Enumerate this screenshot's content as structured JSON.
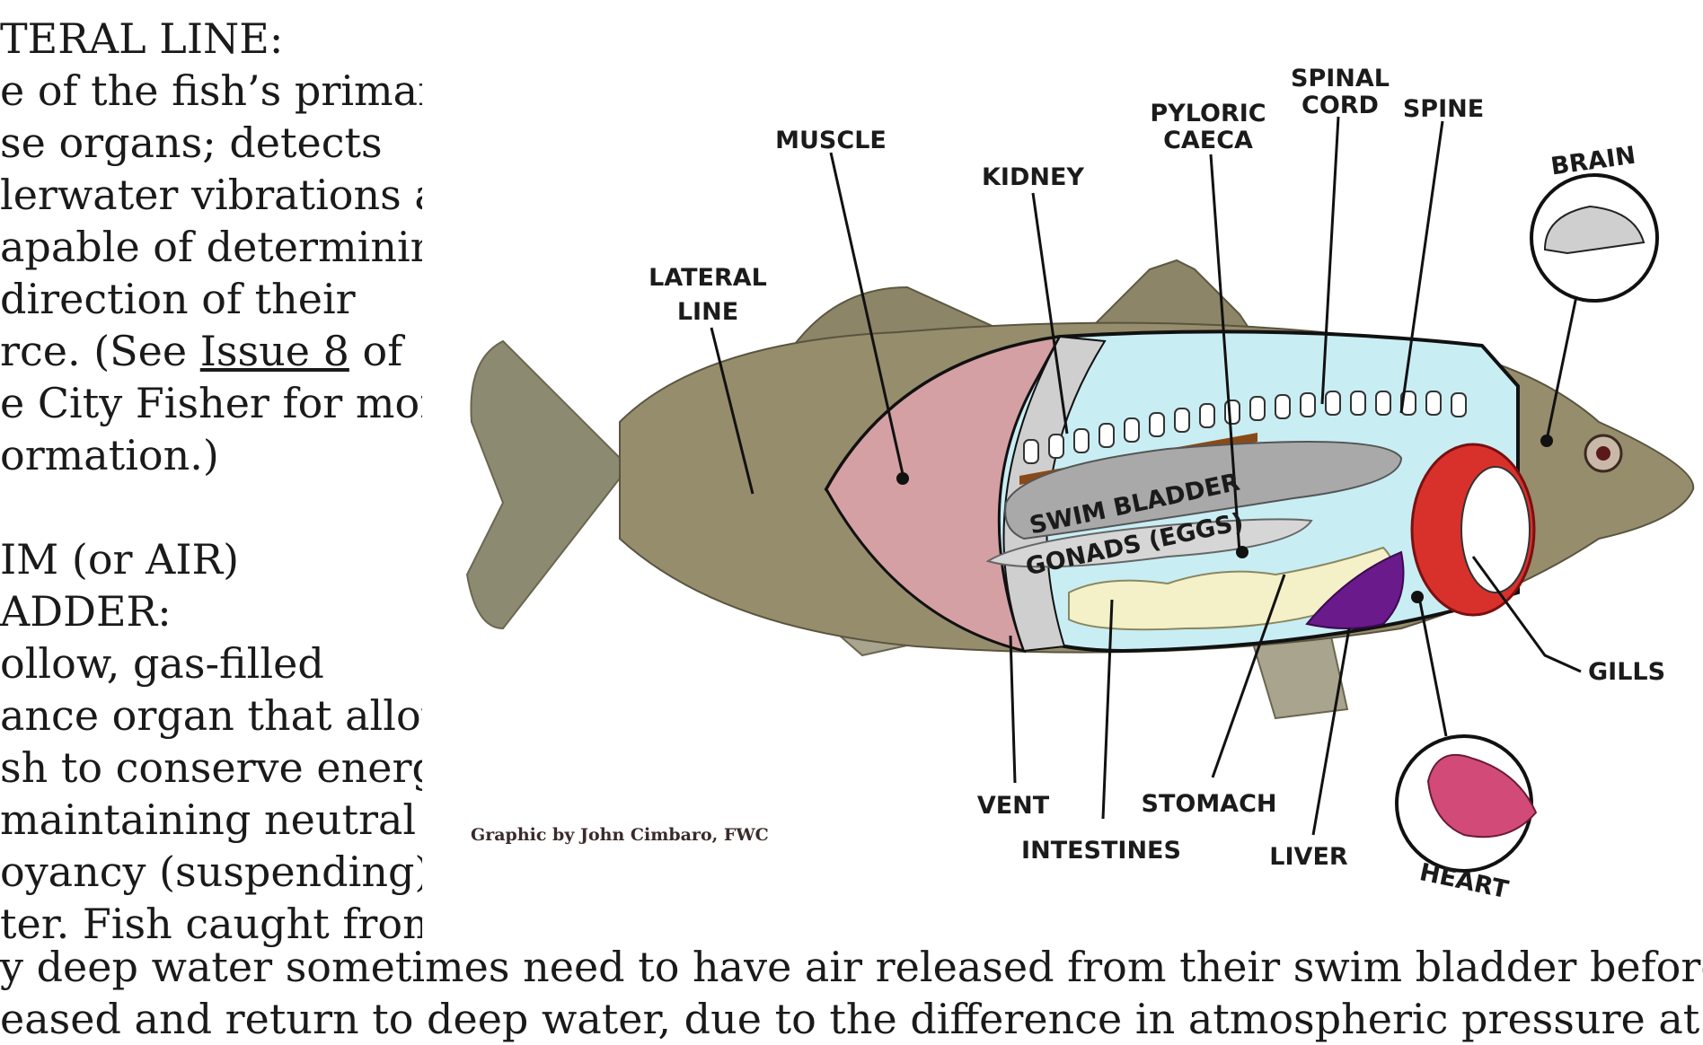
{
  "left_column": {
    "lines": [
      "TERAL LINE:",
      "e of the fish’s primary",
      "se organs; detects",
      "lerwater vibrations and",
      "apable of determining",
      "direction of their",
      "rce. (See ",
      "Issue 8",
      " of",
      "e City Fisher for more",
      "ormation.)",
      "IM (or AIR)",
      "ADDER:",
      "ollow, gas-filled",
      "ance organ that allows",
      "sh to conserve energy",
      "maintaining neutral",
      "oyancy (suspending) in",
      "ter. Fish caught from"
    ]
  },
  "bottom": {
    "lines": [
      "y deep water sometimes need to have air released from their swim bladder before they can be",
      "eased and return to deep water, due to the difference in atmospheric pressure at the water’s"
    ]
  },
  "diagram": {
    "labels": {
      "muscle": "MUSCLE",
      "lateral_line_1": "LATERAL",
      "lateral_line_2": "LINE",
      "kidney": "KIDNEY",
      "pyloric_1": "PYLORIC",
      "pyloric_2": "CAECA",
      "spinal_1": "SPINAL",
      "spinal_2": "CORD",
      "spine": "SPINE",
      "brain": "BRAIN",
      "swim_bladder": "SWIM BLADDER",
      "gonads": "GONADS (EGGS)",
      "gills": "GILLS",
      "vent": "VENT",
      "stomach": "STOMACH",
      "intestines": "INTESTINES",
      "liver": "LIVER",
      "heart": "HEART"
    },
    "credit": "Graphic by John Cimbaro, FWC",
    "colors": {
      "fish_body": "#8a8263",
      "fin": "#a09a80",
      "cavity": "#c8eef4",
      "muscle": "#d4a0a4",
      "gill": "#d8312c",
      "liver": "#6a1a8a",
      "intestine": "#f4f0c8",
      "heart": "#d24a78",
      "bladder": "#a9a9a9"
    }
  }
}
